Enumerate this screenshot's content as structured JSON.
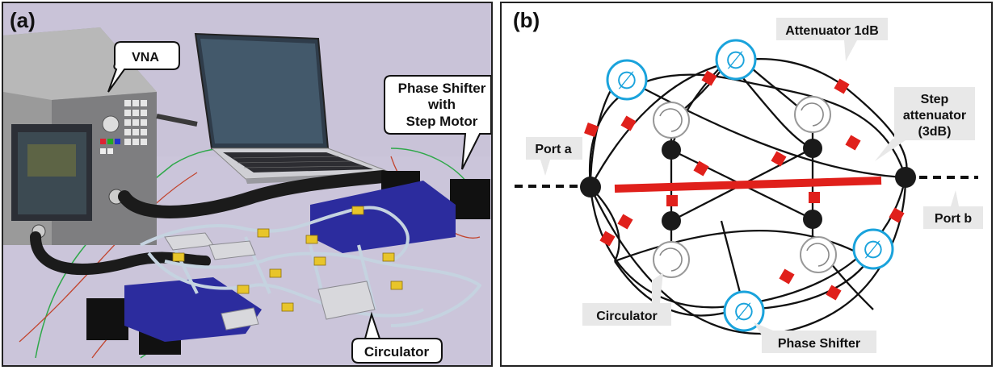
{
  "panel_a": {
    "label": "(a)",
    "callouts": {
      "vna": "VNA",
      "phase_shifter_lines": [
        "Phase Shifter",
        "with",
        "Step Motor"
      ],
      "circulator": "Circulator"
    }
  },
  "panel_b": {
    "label": "(b)",
    "callouts": {
      "attenuator": "Attenuator 1dB",
      "step_attenuator_lines": [
        "Step",
        "attenuator",
        "(3dB)"
      ],
      "port_a": "Port a",
      "port_b": "Port b",
      "circulator": "Circulator",
      "phase_shifter": "Phase Shifter"
    },
    "symbols": {
      "phase_shifter_glyph": "∅"
    }
  },
  "colors": {
    "phase_shifter_blue": "#1aa3dc",
    "attenuator_red": "#e0201b",
    "node_black": "#1a1a1a",
    "callout_gray": "#e8e8e8",
    "panel_a_bg": "#c9c3d8",
    "cable_black": "#1b1b1b",
    "motor_blue": "#2c2c9e",
    "waveguide_silver": "#c5d3e0",
    "connector_gold": "#e8c52a"
  }
}
